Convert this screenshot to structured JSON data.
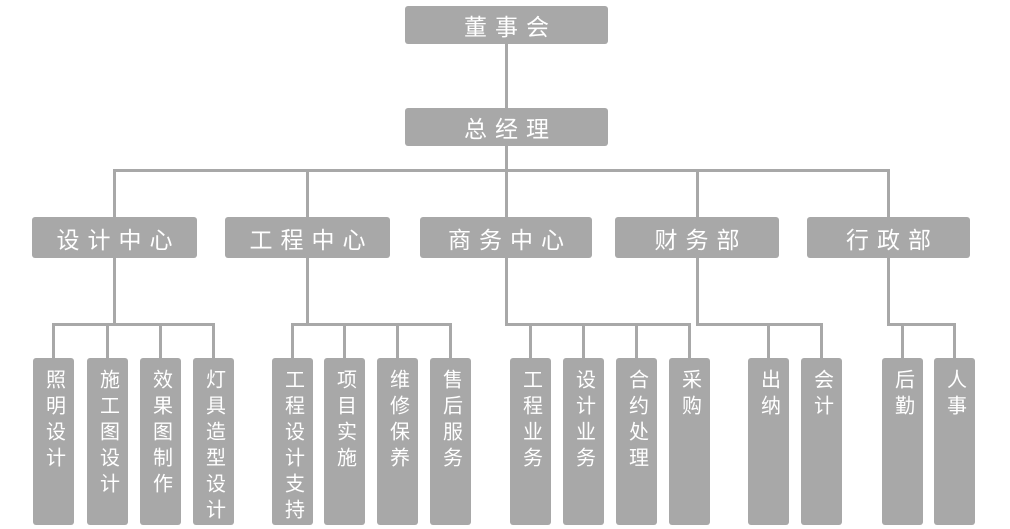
{
  "diagram": {
    "type": "org-chart",
    "colors": {
      "box_fill": "#a8a8a8",
      "connector": "#a8a8a8",
      "text": "#ffffff",
      "background": "#ffffff"
    },
    "root": {
      "label": "董事会"
    },
    "general_manager": {
      "label": "总经理"
    },
    "departments": [
      {
        "label": "设计中心",
        "children": [
          "照明设计",
          "施工图设计",
          "效果图制作",
          "灯具造型设计"
        ]
      },
      {
        "label": "工程中心",
        "children": [
          "工程设计支持",
          "项目实施",
          "维修保养",
          "售后服务"
        ]
      },
      {
        "label": "商务中心",
        "children": [
          "工程业务",
          "设计业务",
          "合约处理",
          "采购"
        ]
      },
      {
        "label": "财务部",
        "children": [
          "出纳",
          "会计"
        ]
      },
      {
        "label": "行政部",
        "children": [
          "后勤",
          "人事"
        ]
      }
    ]
  }
}
